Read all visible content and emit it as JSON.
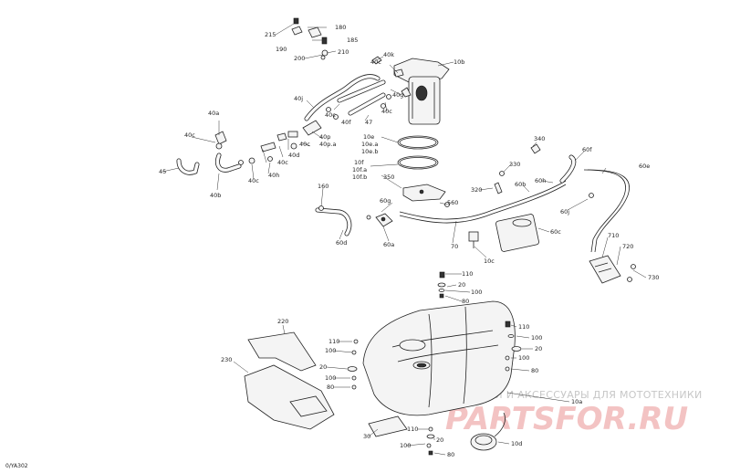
{
  "diagram": {
    "code": "0/YA302",
    "watermark_text": "ЗАПЧАСТИ И АКСЕССУАРЫ ДЛЯ МОТОТЕХНИКИ",
    "watermark_logo": "PARTSFOR.RU",
    "callouts": {
      "c215": "215",
      "c190": "190",
      "c180": "180",
      "c185": "185",
      "c200": "200",
      "c210": "210",
      "c40k": "40k",
      "c10b": "10b",
      "c40c_1": "40c",
      "c40g": "40g",
      "c40j": "40j",
      "c40c_2": "40c",
      "c40f": "40f",
      "c47": "47",
      "c40c_3": "40c",
      "c40a": "40a",
      "c40c_4": "40c",
      "c40p": "40p",
      "c40pa": "40p.a",
      "c40c_5": "40c",
      "c40d": "40d",
      "c40c_6": "40c",
      "c40h": "40h",
      "c40c_7": "40c",
      "c40b": "40b",
      "c45": "45",
      "c10e": "10e",
      "c10ea": "10e.a",
      "c10eb": "10e.b",
      "c10f": "10f",
      "c10fa": "10f.a",
      "c10fb": "10f.b",
      "c350": "350",
      "c340": "340",
      "c60f": "60f",
      "c330": "330",
      "c60h": "60h",
      "c60e": "60e",
      "c320": "320",
      "c60b": "60b",
      "c60g": "60g",
      "c560": "560",
      "c60j": "60j",
      "c160": "160",
      "c60d": "60d",
      "c60a": "60a",
      "c70": "70",
      "c10c": "10c",
      "c60c": "60c",
      "c710": "710",
      "c720": "720",
      "c730": "730",
      "c110_1": "110",
      "c20_1": "20",
      "c100_1": "100",
      "c80_1": "80",
      "c220": "220",
      "c230": "230",
      "c110_2": "110",
      "c100_2": "100",
      "c20_2": "20",
      "c100_3": "100",
      "c80_2": "80",
      "c110_3": "110",
      "c100_4": "100",
      "c20_3": "20",
      "c100_5": "100",
      "c80_3": "80",
      "c10a": "10a",
      "c30": "30",
      "c110_4": "110",
      "c100_6": "100",
      "c20_4": "20",
      "c80_4": "80",
      "c10d": "10d"
    }
  }
}
